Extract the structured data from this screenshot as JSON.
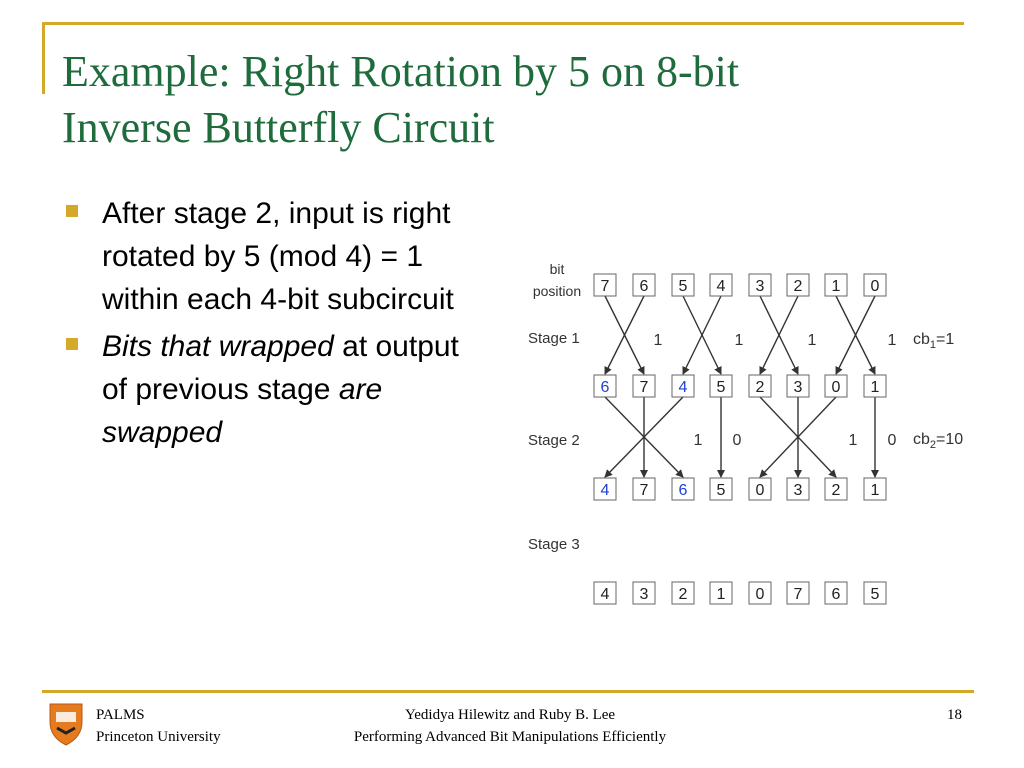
{
  "slide": {
    "title_line1": "Example: Right Rotation by 5 on 8-bit",
    "title_line2": "Inverse Butterfly Circuit",
    "bullet1": "After stage 2, input is right rotated by 5 (mod 4) = 1 within each 4-bit subcircuit",
    "bullet2_italic": "Bits that wrapped",
    "bullet2_text": " at output of previous stage ",
    "bullet2_italic_end": "are swapped"
  },
  "figure": {
    "label_bit": "bit",
    "label_position": "position",
    "stage1": "Stage 1",
    "stage2": "Stage 2",
    "stage3": "Stage 3",
    "row0": [
      "7",
      "6",
      "5",
      "4",
      "3",
      "2",
      "1",
      "0"
    ],
    "row1": [
      "6",
      "7",
      "4",
      "5",
      "2",
      "3",
      "0",
      "1"
    ],
    "row2": [
      "4",
      "7",
      "6",
      "5",
      "0",
      "3",
      "2",
      "1"
    ],
    "row3": [
      "4",
      "3",
      "2",
      "1",
      "0",
      "7",
      "6",
      "5"
    ],
    "row1_highlight": [
      true,
      false,
      true,
      false,
      false,
      false,
      false,
      false
    ],
    "row2_highlight": [
      true,
      false,
      true,
      false,
      false,
      false,
      false,
      false
    ],
    "s1_controls": [
      "1",
      "1",
      "1",
      "1"
    ],
    "s2_controls": [
      "1",
      "0",
      "1",
      "0"
    ],
    "cb1_prefix": "cb",
    "cb1_sub": "1",
    "cb1_value": "=1",
    "cb2_prefix": "cb",
    "cb2_sub": "2",
    "cb2_value": "=10"
  },
  "colors": {
    "title": "#1e6b3c",
    "accent": "#d4a92a",
    "highlight_text": "#1f3fd6"
  },
  "footer": {
    "org": "PALMS",
    "university": "Princeton University",
    "authors": "Yedidya Hilewitz and Ruby B. Lee",
    "talk_title": "Performing Advanced Bit Manipulations Efficiently",
    "page_number": "18"
  }
}
